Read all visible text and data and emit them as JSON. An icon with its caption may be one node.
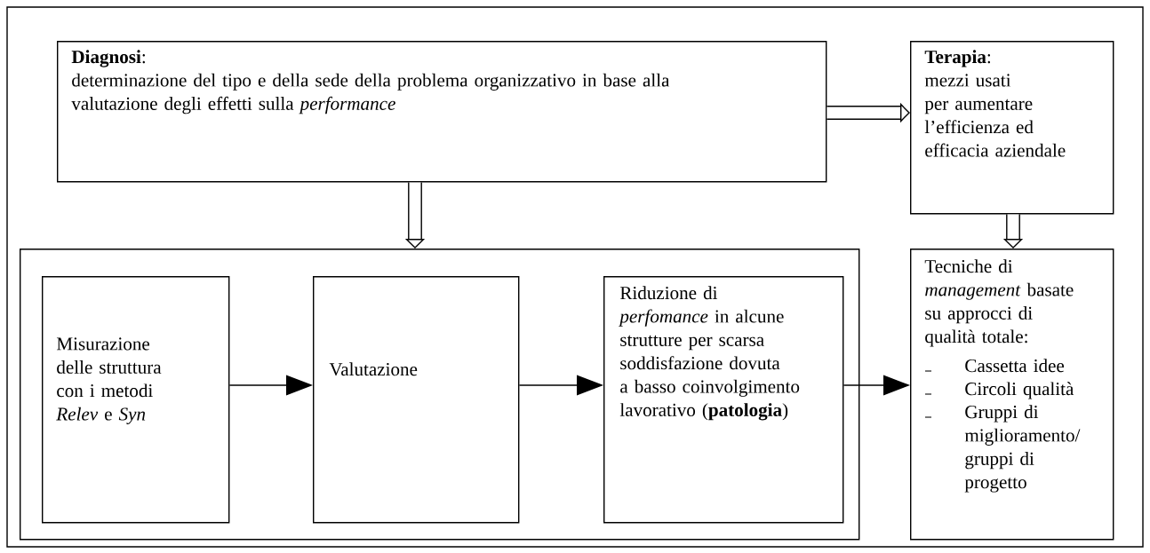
{
  "diagram": {
    "nodes": [
      {
        "text": [
          "**Diagnosi**:",
          "determinazione del tipo e della sede della problema organizzativo in base alla valutazione degli effetti sulla *performance*"
        ]
      },
      {
        "text": [
          "**Terapia**:",
          "mezzi usati per aumentare l’efficienza ed efficacia aziendale"
        ]
      },
      {
        "text": [],
        "shape": "box"
      },
      {
        "text": [
          "Misurazione delle struttura con i metodi *Relev* e *Syn*"
        ],
        "in": 2
      },
      {
        "text": [
          "Valutazione"
        ],
        "in": 2
      },
      {
        "text": [
          "Riduzione di *perfomance* in alcune strutture per scarsa soddisfazione dovuta a basso coinvolgimento lavorativo (**patologia**)"
        ],
        "in": 2
      },
      {
        "text": [
          "Tecniche di *management* basate su approcci di qualità totale:",
          "Cassetta idee",
          "Circoli qualità",
          "Gruppi di miglioramento/ gruppi di progetto"
        ]
      }
    ],
    "edges": [
      {
        "from": 0,
        "to": 1,
        "arrow": "to",
        "style": "thick"
      },
      {
        "from": 0,
        "to": 2,
        "arrow": "to",
        "style": "thick"
      },
      {
        "from": 1,
        "to": 6,
        "arrow": "to",
        "style": "thick"
      },
      {
        "from": 3,
        "to": 4,
        "arrow": "to"
      },
      {
        "from": 4,
        "to": 5,
        "arrow": "to"
      },
      {
        "from": 5,
        "to": 6,
        "arrow": "to"
      }
    ]
  }
}
